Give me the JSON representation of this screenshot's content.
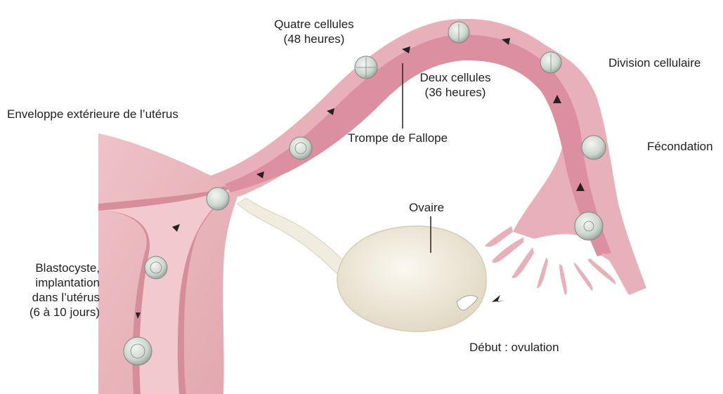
{
  "labels": {
    "quatre_cellules": [
      "Quatre cellules",
      "(48 heures)"
    ],
    "deux_cellules": [
      "Deux cellules",
      "(36 heures)"
    ],
    "division_cellulaire": "Division cellulaire",
    "enveloppe": "Enveloppe extérieure de l’utérus",
    "trompe": "Trompe de Fallope",
    "fecondation": "Fécondation",
    "ovaire": "Ovaire",
    "blastocyste": [
      "Blastocyste,",
      "implantation",
      "dans l’utérus",
      "(6 à 10 jours)"
    ],
    "debut": "Début : ovulation"
  },
  "colors": {
    "tissue": "#e7b3b8",
    "tissue_dark": "#d98e99",
    "lumen": "#dc8f9e",
    "ovary": "#f1ece0",
    "cell": "#d9dfd9",
    "arrow": "#222222"
  }
}
